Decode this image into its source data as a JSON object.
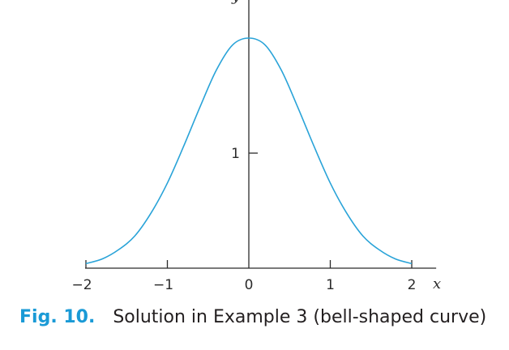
{
  "chart_data": {
    "type": "line",
    "title": "",
    "xlabel": "x",
    "ylabel": "y",
    "xlim": [
      -2,
      2.3
    ],
    "ylim": [
      0,
      2.4
    ],
    "x_ticks": [
      -2,
      -1,
      0,
      1,
      2
    ],
    "x_tick_labels": [
      "−2",
      "−1",
      "0",
      "1",
      "2"
    ],
    "y_ticks": [
      1
    ],
    "y_tick_labels": [
      "1"
    ],
    "grid": false,
    "legend": "none",
    "series": [
      {
        "color": "#29a3d8",
        "x": [
          -2.0,
          -1.8,
          -1.6,
          -1.4,
          -1.2,
          -1.0,
          -0.8,
          -0.6,
          -0.4,
          -0.2,
          0.0,
          0.2,
          0.4,
          0.6,
          0.8,
          1.0,
          1.2,
          1.4,
          1.6,
          1.8,
          2.0
        ],
        "y": [
          0.04,
          0.08,
          0.16,
          0.28,
          0.48,
          0.74,
          1.06,
          1.4,
          1.72,
          1.94,
          2.0,
          1.94,
          1.72,
          1.4,
          1.06,
          0.74,
          0.48,
          0.28,
          0.16,
          0.08,
          0.04
        ]
      }
    ]
  },
  "caption": {
    "label": "Fig. 10.",
    "text": "Solution in Example 3 (bell-shaped curve)"
  },
  "colors": {
    "curve": "#29a3d8",
    "caption_label": "#1a9ad6",
    "axis": "#2b2b2b"
  }
}
